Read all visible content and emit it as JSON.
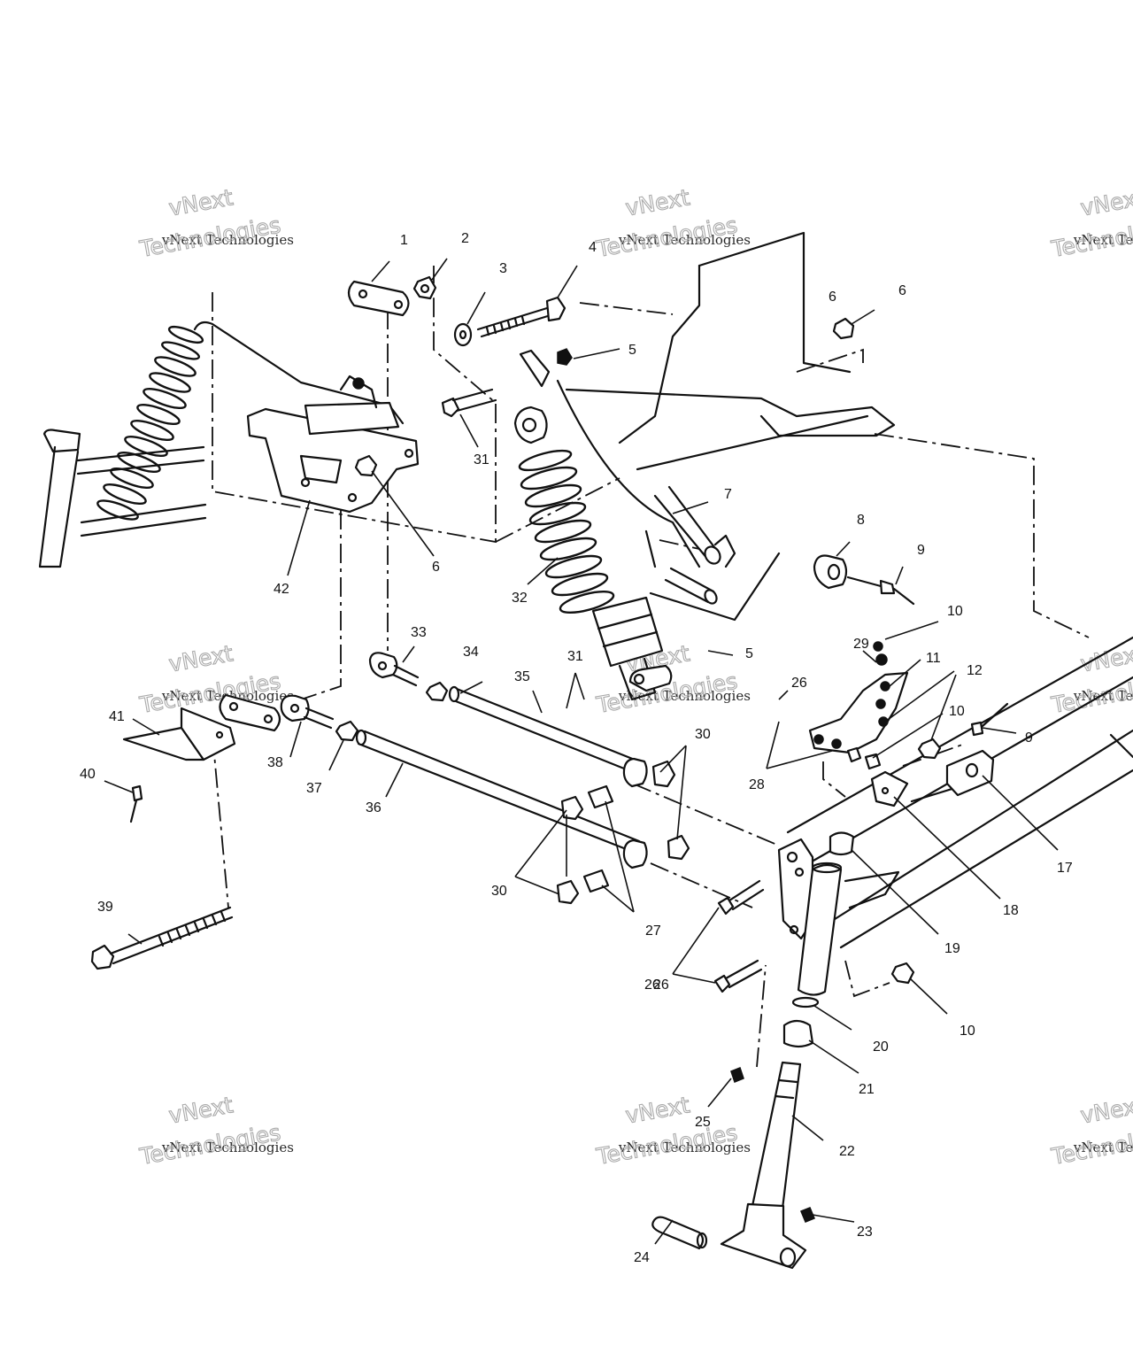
{
  "diagram": {
    "callouts": [
      "1",
      "2",
      "3",
      "4",
      "5",
      "6",
      "6",
      "6",
      "7",
      "8",
      "9",
      "9",
      "10",
      "10",
      "10",
      "11",
      "12",
      "17",
      "18",
      "19",
      "20",
      "21",
      "22",
      "23",
      "24",
      "25",
      "26",
      "26",
      "26",
      "27",
      "28",
      "29",
      "30",
      "30",
      "31",
      "31",
      "32",
      "33",
      "34",
      "35",
      "36",
      "37",
      "38",
      "39",
      "40",
      "41",
      "42",
      "5"
    ]
  },
  "watermark": {
    "brand": "vNext",
    "company": "vNext Technologies",
    "word": "Technologies"
  },
  "colors": {
    "line": "#111111",
    "background": "#ffffff",
    "watermark_outline": "#aaaaaa"
  }
}
